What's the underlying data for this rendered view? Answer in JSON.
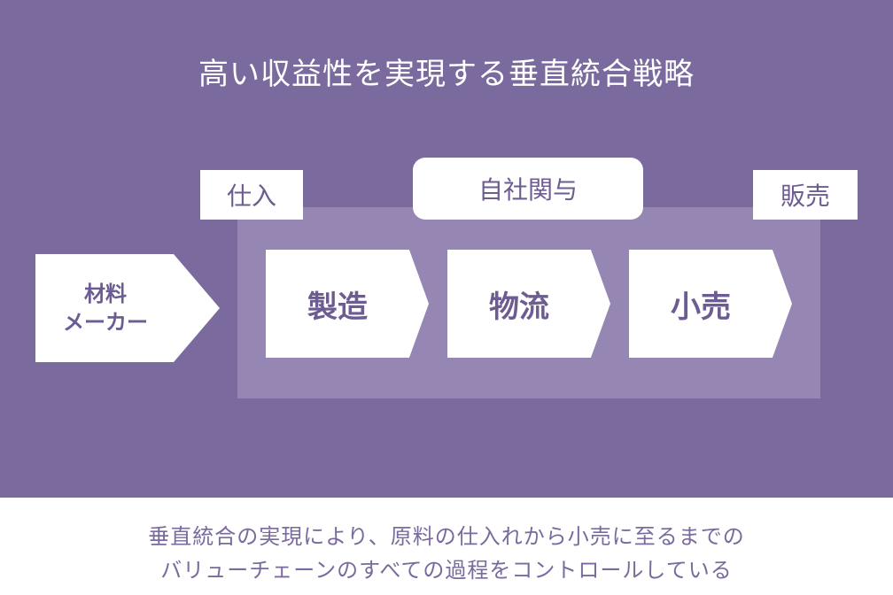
{
  "title": "高い収益性を実現する垂直統合戦略",
  "tags": {
    "purchase": "仕入",
    "own_involvement": "自社関与",
    "sales": "販売"
  },
  "steps": {
    "material_line1": "材料",
    "material_line2": "メーカー",
    "manufacturing": "製造",
    "logistics": "物流",
    "retail": "小売"
  },
  "caption": {
    "line1": "垂直統合の実現により、原料の仕入れから小売に至るまでの",
    "line2": "バリューチェーンのすべての過程をコントロールしている"
  },
  "colors": {
    "panel": "#7a6a9e",
    "zone": "#9686b3",
    "text_accent": "#6d5c91"
  }
}
